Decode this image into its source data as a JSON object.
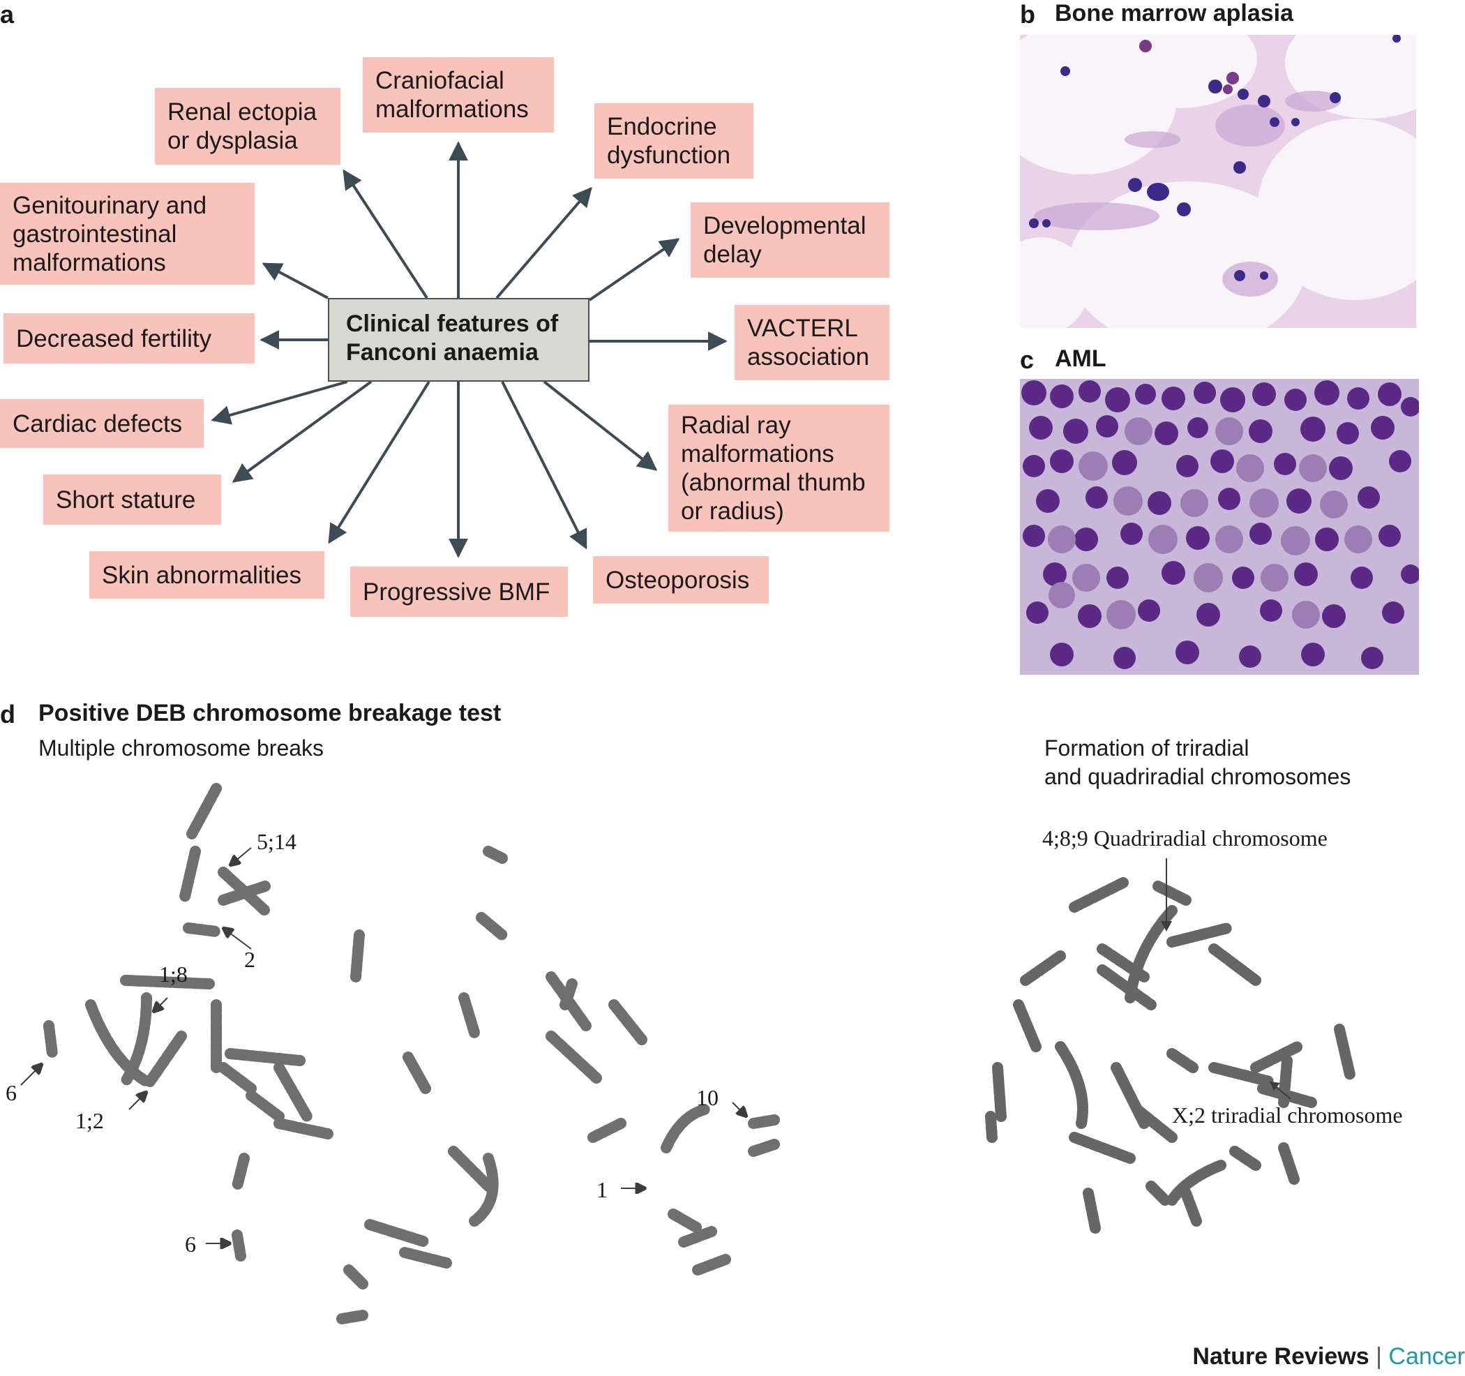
{
  "panels": {
    "a": {
      "letter": "a"
    },
    "b": {
      "letter": "b",
      "title": "Bone marrow aplasia"
    },
    "c": {
      "letter": "c",
      "title": "AML"
    },
    "d": {
      "letter": "d",
      "title": "Positive DEB chromosome breakage test",
      "left_subtitle": "Multiple chromosome breaks",
      "right_subtitle": "Formation of triradial\nand quadriradial chromosomes"
    }
  },
  "diagram": {
    "center": "Clinical features of\nFanconi anaemia",
    "features": [
      "Renal ectopia\nor dysplasia",
      "Craniofacial\nmalformations",
      "Endocrine\ndysfunction",
      "Genitourinary and\ngastrointestinal\nmalformations",
      "Developmental\ndelay",
      "Decreased fertility",
      "VACTERL\nassociation",
      "Cardiac defects",
      "Radial ray\nmalformations\n(abnormal thumb\nor radius)",
      "Short stature",
      "Skin abnormalities",
      "Progressive BMF",
      "Osteoporosis"
    ]
  },
  "karyotype_labels": {
    "left": [
      "5;14",
      "2",
      "1;8",
      "6",
      "1;2",
      "10",
      "1",
      "6"
    ],
    "right": [
      "4;8;9 Quadriradial chromosome",
      "X;2 triradial chromosome"
    ]
  },
  "footer": {
    "brand": "Nature Reviews",
    "separator": "|",
    "journal": "Cancer"
  },
  "colors": {
    "feature_box": "#f7c3bb",
    "center_box": "#d6d8d1",
    "arrow": "#3d4b55",
    "journal": "#1e9aa3"
  }
}
